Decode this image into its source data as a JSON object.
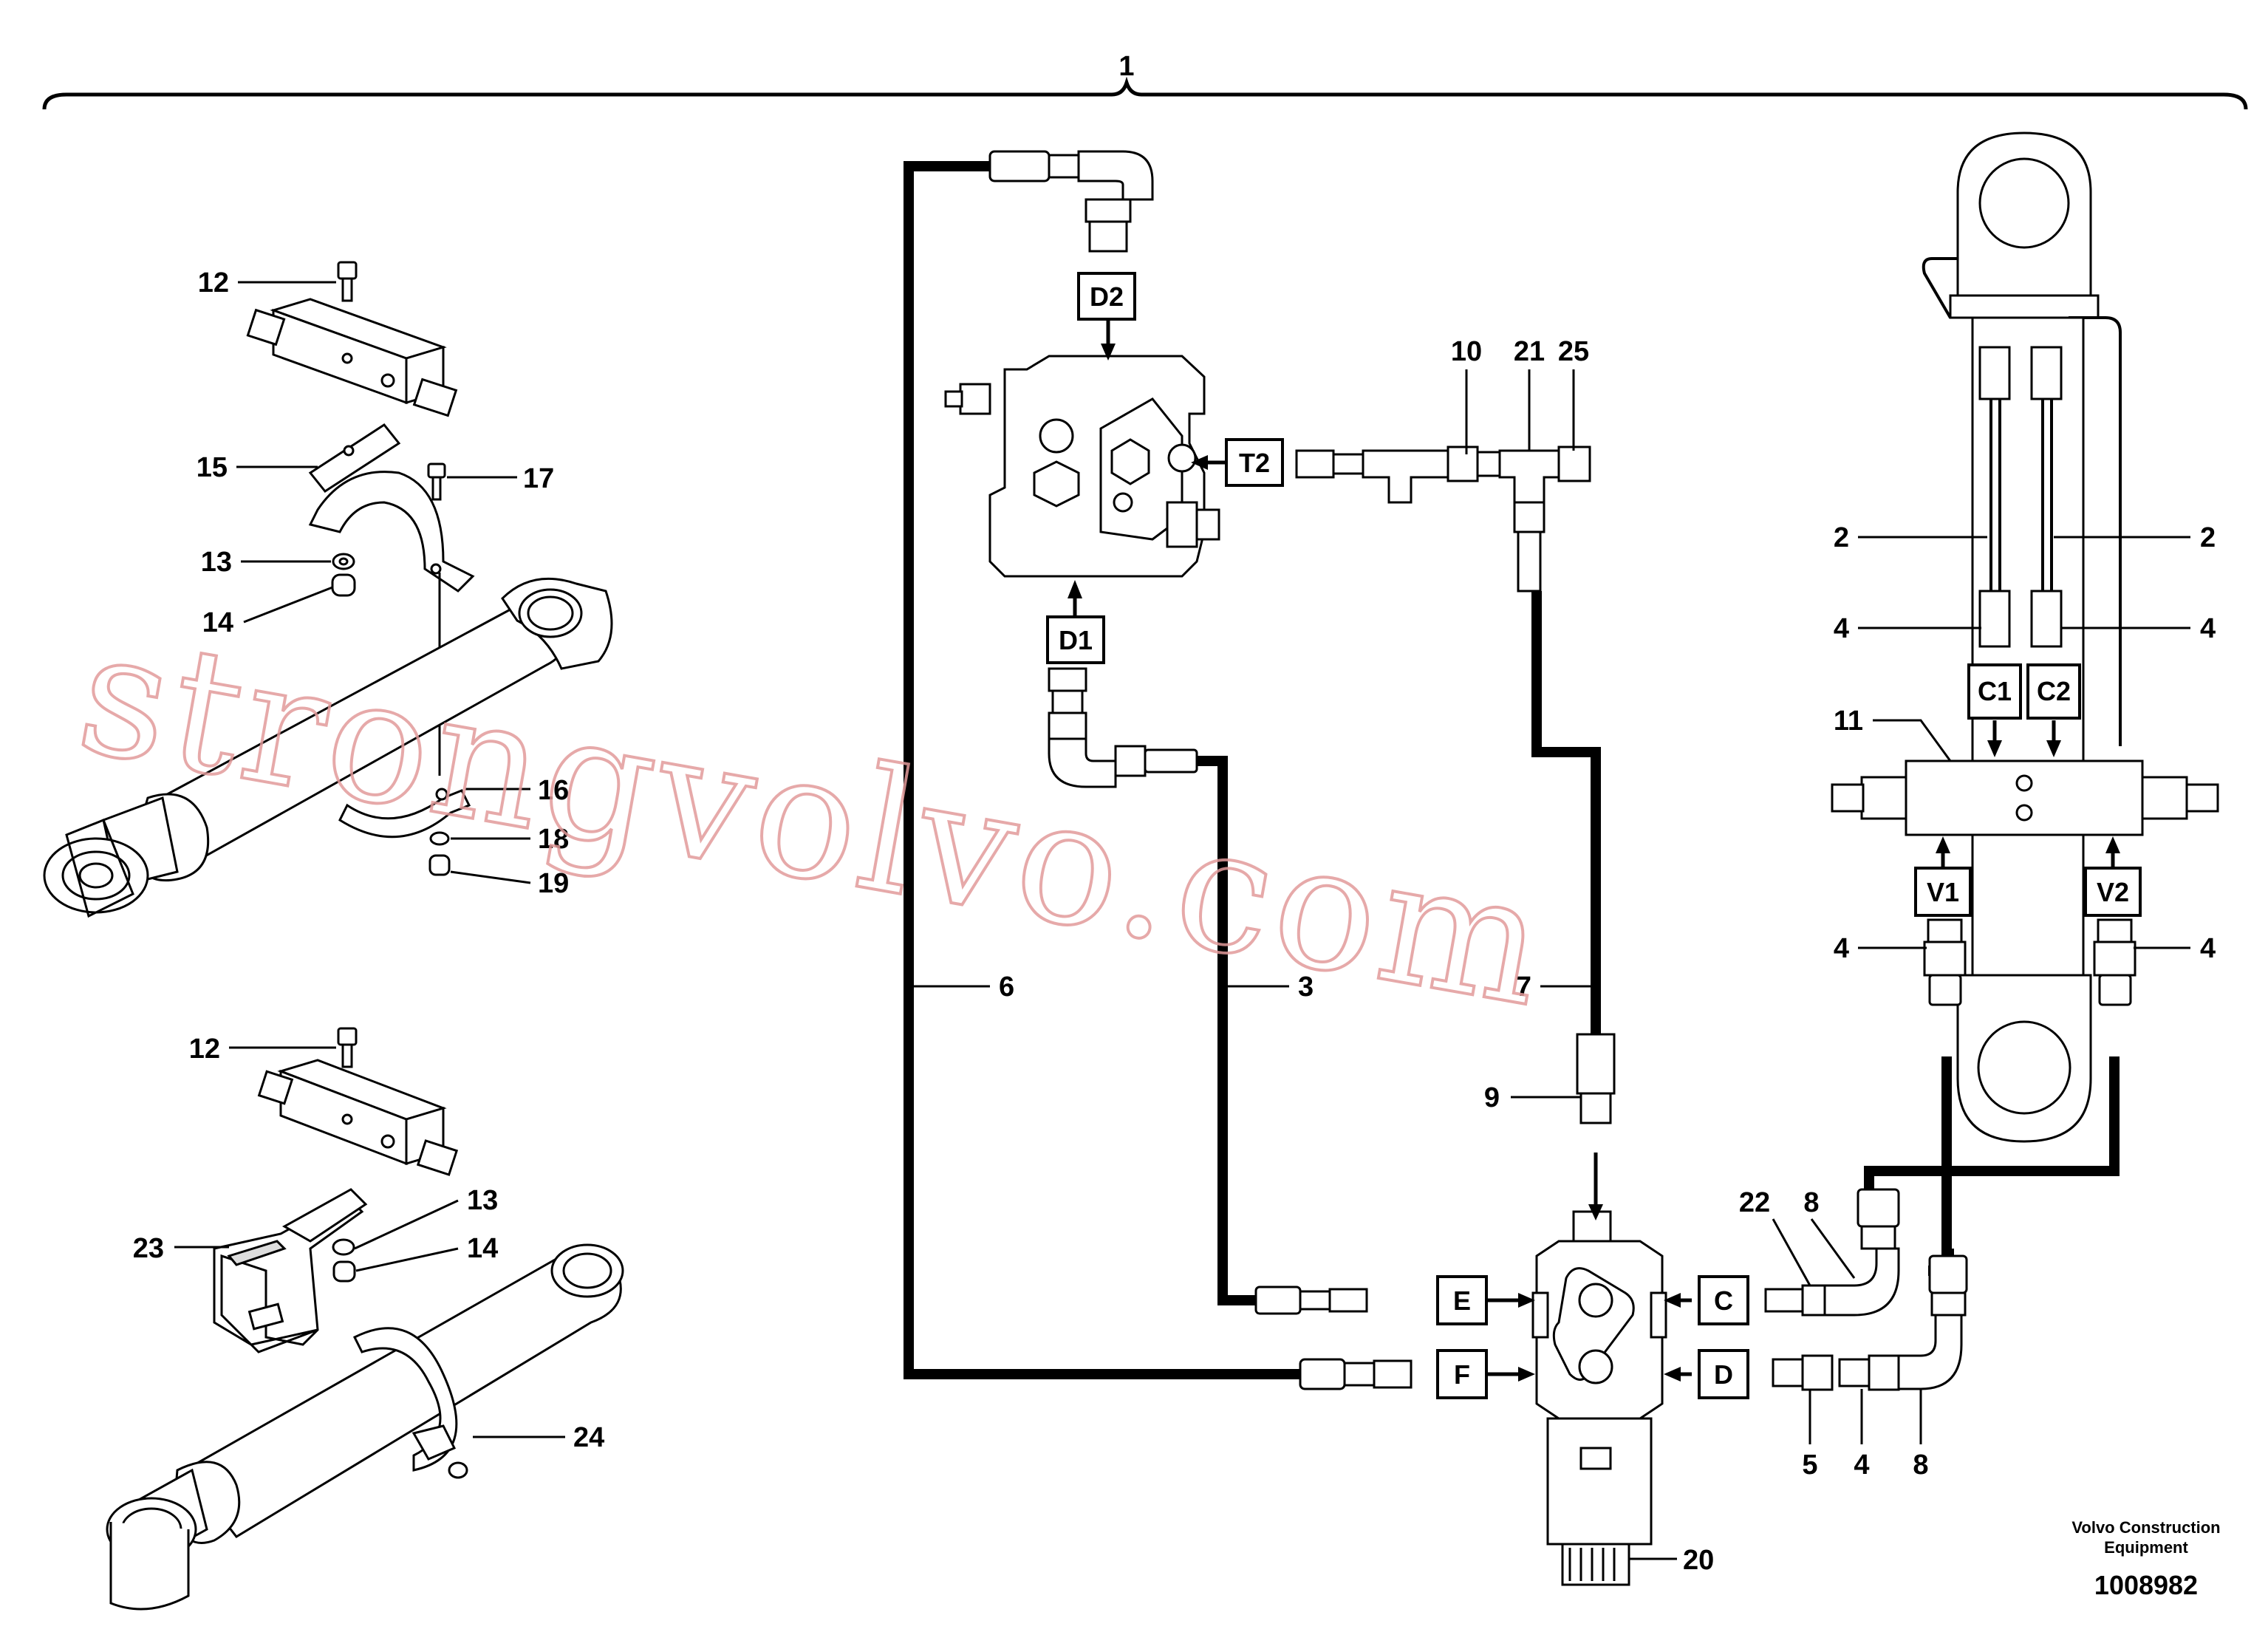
{
  "diagram": {
    "assembly_label": "1",
    "callouts": {
      "left_top": [
        "12",
        "15",
        "17",
        "13",
        "14",
        "16",
        "18",
        "19"
      ],
      "left_bottom": [
        "12",
        "23",
        "13",
        "14",
        "24"
      ],
      "center": [
        "10",
        "21",
        "25",
        "6",
        "3",
        "7",
        "9",
        "20"
      ],
      "right": [
        "2",
        "2",
        "4",
        "4",
        "11",
        "4",
        "4",
        "22",
        "8",
        "5",
        "4",
        "8"
      ]
    },
    "port_labels": {
      "d2": "D2",
      "d1": "D1",
      "t2": "T2",
      "c1": "C1",
      "c2": "C2",
      "v1": "V1",
      "v2": "V2",
      "e": "E",
      "f": "F",
      "c": "C",
      "d": "D"
    },
    "credit_line1": "Volvo Construction",
    "credit_line2": "Equipment",
    "document_number": "1008982",
    "watermark": "strongvolvo.com"
  }
}
